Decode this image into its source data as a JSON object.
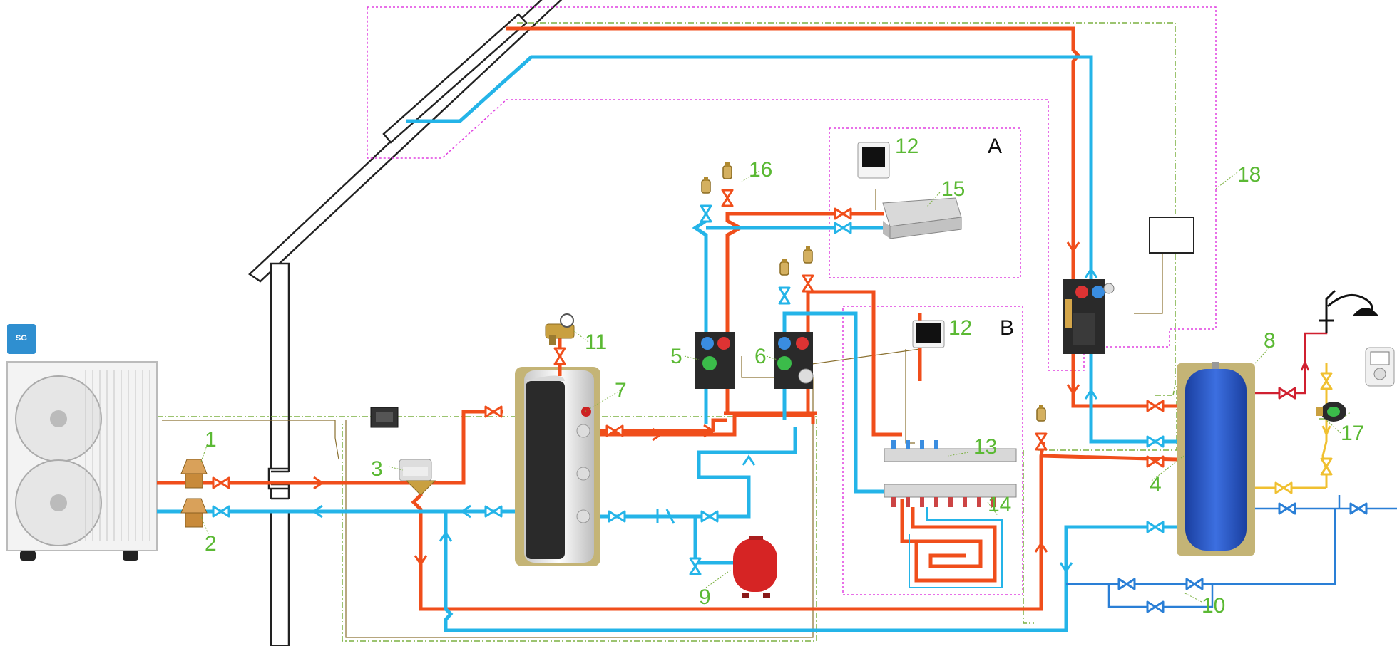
{
  "labels": {
    "n1": "1",
    "n2": "2",
    "n3": "3",
    "n4": "4",
    "n5": "5",
    "n6": "6",
    "n7": "7",
    "n8": "8",
    "n9": "9",
    "n10": "10",
    "n11": "11",
    "n12a": "12",
    "n12b": "12",
    "n13": "13",
    "n14": "14",
    "n15": "15",
    "n16": "16",
    "n17": "17",
    "n18": "18"
  },
  "zones": {
    "a": "A",
    "b": "B"
  },
  "badge": "SG",
  "colors": {
    "hot": "#f04e1b",
    "cold": "#24b4e8",
    "mains": "#2a7fd6",
    "dhw": "#f0c030",
    "signal": "#7bb040",
    "control": "#8a7030",
    "boundary": "#e040e0",
    "label": "#5bb934"
  },
  "icons": [
    "heat-pump-unit-icon",
    "safety-valve-icon",
    "three-way-valve-icon",
    "buffer-tank-icon",
    "dhw-cylinder-icon",
    "pump-group-icon",
    "fan-coil-icon",
    "manifold-icon",
    "floor-heating-loop-icon",
    "expansion-vessel-icon",
    "thermostat-icon",
    "shower-head-icon",
    "solar-collector-icon",
    "wall-socket-icon"
  ]
}
